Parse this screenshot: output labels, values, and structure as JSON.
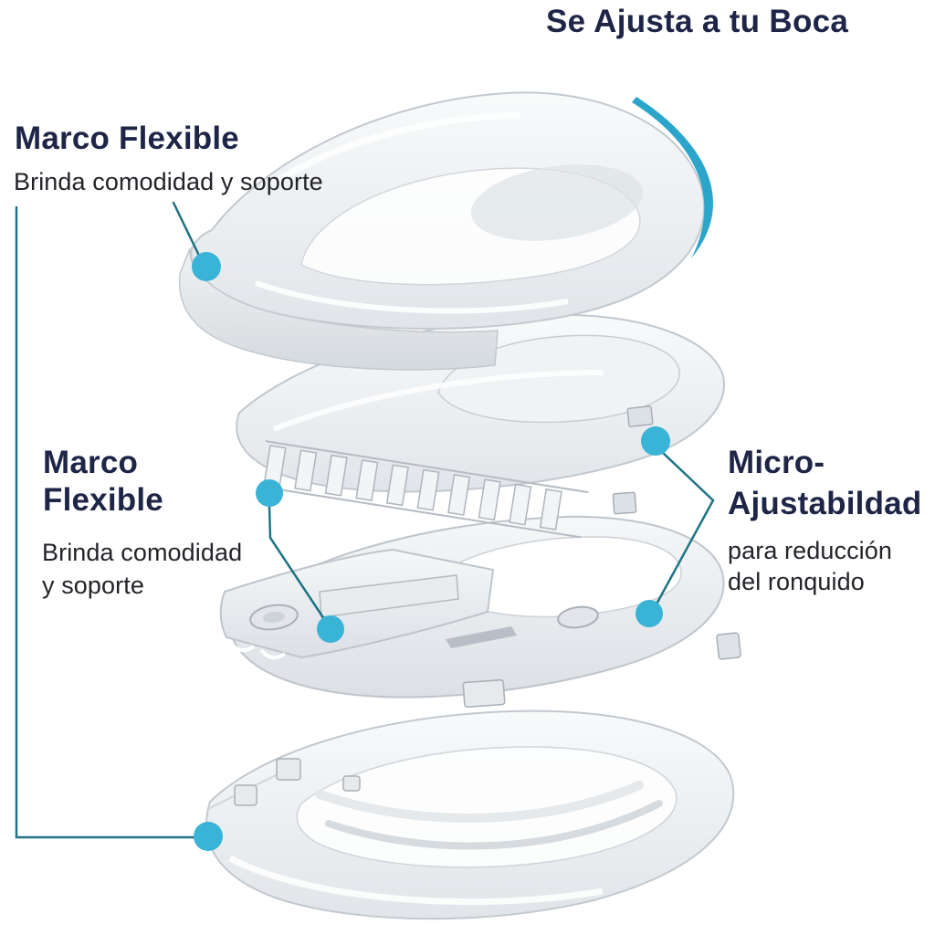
{
  "title": "Se Ajusta a tu Boca",
  "callouts": {
    "top_left": {
      "title": "Marco Flexible",
      "subtitle": "Brinda comodidad y soporte"
    },
    "mid_left": {
      "title_line1": "Marco",
      "title_line2": "Flexible",
      "subtitle_line1": "Brinda comodidad",
      "subtitle_line2": "y soporte"
    },
    "right": {
      "title_line1": "Micro-",
      "title_line2": "Ajustabildad",
      "subtitle_line1": "para reducción",
      "subtitle_line2": "del ronquido"
    }
  },
  "colors": {
    "heading": "#1e2547",
    "body": "#232329",
    "callout_dot": "#39b4d6",
    "callout_line": "#1d7483",
    "accent_arc": "#2ba6ca"
  }
}
